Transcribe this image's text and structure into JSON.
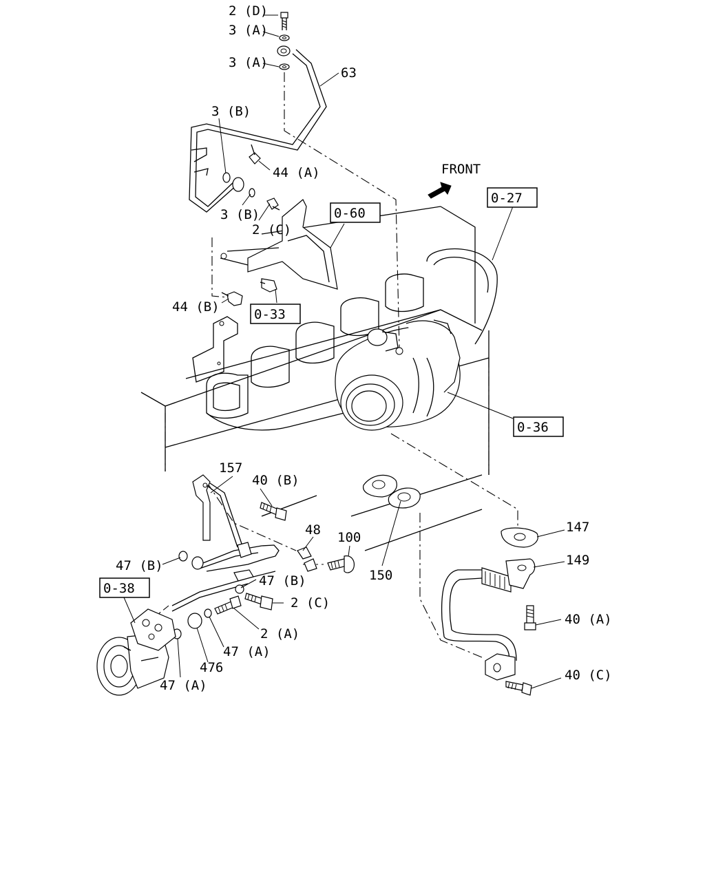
{
  "front_label": "FRONT",
  "boxed_refs": {
    "r027": "0-27",
    "r060": "0-60",
    "r033": "0-33",
    "r036": "0-36",
    "r038": "0-38"
  },
  "callouts": {
    "c_2d": "2 (D)",
    "c_3a_top": "3 (A)",
    "c_3a_mid": "3 (A)",
    "c_63": "63",
    "c_3b_top": "3 (B)",
    "c_44a": "44 (A)",
    "c_3b_bot": "3 (B)",
    "c_2c_top": "2 (C)",
    "c_44b": "44 (B)",
    "c_157": "157",
    "c_40b": "40 (B)",
    "c_48": "48",
    "c_100": "100",
    "c_150": "150",
    "c_147": "147",
    "c_149": "149",
    "c_47b_left": "47 (B)",
    "c_47b_right": "47 (B)",
    "c_2c_bot": "2 (C)",
    "c_2a": "2 (A)",
    "c_47a_mid": "47 (A)",
    "c_476": "476",
    "c_47a_bot": "47 (A)",
    "c_40a": "40 (A)",
    "c_40c": "40 (C)"
  }
}
